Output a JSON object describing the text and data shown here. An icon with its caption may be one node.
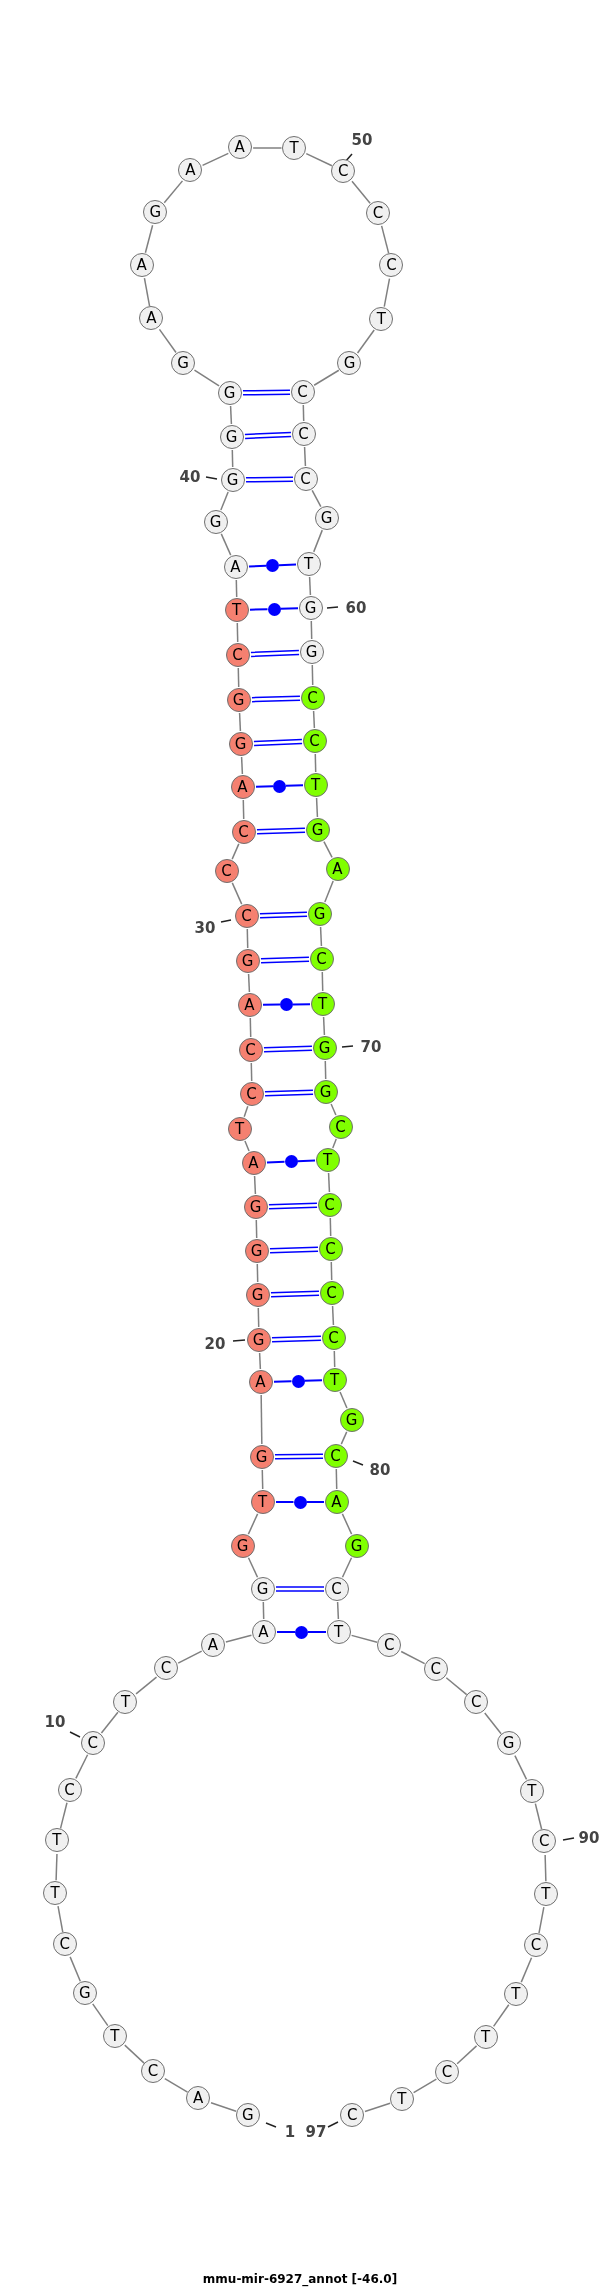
{
  "diagram": {
    "caption": "mmu-mir-6927_annot [-46.0]",
    "nodes": [
      {
        "text": [
          "G"
        ],
        "beside": [
          "1"
        ]
      },
      {
        "text": [
          "A"
        ]
      },
      {
        "text": [
          "C"
        ]
      },
      {
        "text": [
          "T"
        ]
      },
      {
        "text": [
          "G"
        ]
      },
      {
        "text": [
          "C"
        ]
      },
      {
        "text": [
          "T"
        ]
      },
      {
        "text": [
          "T"
        ]
      },
      {
        "text": [
          "C"
        ]
      },
      {
        "text": [
          "C"
        ],
        "beside": [
          "10"
        ]
      },
      {
        "text": [
          "T"
        ]
      },
      {
        "text": [
          "C"
        ]
      },
      {
        "text": [
          "A"
        ]
      },
      {
        "text": [
          "A"
        ]
      },
      {
        "text": [
          "G"
        ]
      },
      {
        "text": [
          "G"
        ]
      },
      {
        "text": [
          "T"
        ]
      },
      {
        "text": [
          "G"
        ]
      },
      {
        "text": [
          "A"
        ]
      },
      {
        "text": [
          "G"
        ],
        "beside": [
          "20"
        ]
      },
      {
        "text": [
          "G"
        ]
      },
      {
        "text": [
          "G"
        ]
      },
      {
        "text": [
          "G"
        ]
      },
      {
        "text": [
          "A"
        ]
      },
      {
        "text": [
          "T"
        ]
      },
      {
        "text": [
          "C"
        ]
      },
      {
        "text": [
          "C"
        ]
      },
      {
        "text": [
          "A"
        ]
      },
      {
        "text": [
          "G"
        ]
      },
      {
        "text": [
          "C"
        ],
        "beside": [
          "30"
        ]
      },
      {
        "text": [
          "C"
        ]
      },
      {
        "text": [
          "C"
        ]
      },
      {
        "text": [
          "A"
        ]
      },
      {
        "text": [
          "G"
        ]
      },
      {
        "text": [
          "G"
        ]
      },
      {
        "text": [
          "C"
        ]
      },
      {
        "text": [
          "T"
        ]
      },
      {
        "text": [
          "A"
        ]
      },
      {
        "text": [
          "G"
        ]
      },
      {
        "text": [
          "G"
        ],
        "beside": [
          "40"
        ]
      },
      {
        "text": [
          "G"
        ]
      },
      {
        "text": [
          "G"
        ]
      },
      {
        "text": [
          "G"
        ]
      },
      {
        "text": [
          "A"
        ]
      },
      {
        "text": [
          "A"
        ]
      },
      {
        "text": [
          "G"
        ]
      },
      {
        "text": [
          "A"
        ]
      },
      {
        "text": [
          "A"
        ]
      },
      {
        "text": [
          "T"
        ]
      },
      {
        "text": [
          "C"
        ],
        "beside": [
          "50"
        ]
      },
      {
        "text": [
          "C"
        ]
      },
      {
        "text": [
          "C"
        ]
      },
      {
        "text": [
          "T"
        ]
      },
      {
        "text": [
          "G"
        ]
      },
      {
        "text": [
          "C"
        ]
      },
      {
        "text": [
          "C"
        ]
      },
      {
        "text": [
          "C"
        ]
      },
      {
        "text": [
          "G"
        ]
      },
      {
        "text": [
          "T"
        ]
      },
      {
        "text": [
          "G"
        ],
        "beside": [
          "60"
        ]
      },
      {
        "text": [
          "G"
        ]
      },
      {
        "text": [
          "C"
        ]
      },
      {
        "text": [
          "C"
        ]
      },
      {
        "text": [
          "T"
        ]
      },
      {
        "text": [
          "G"
        ]
      },
      {
        "text": [
          "A"
        ]
      },
      {
        "text": [
          "G"
        ]
      },
      {
        "text": [
          "C"
        ]
      },
      {
        "text": [
          "T"
        ]
      },
      {
        "text": [
          "G"
        ],
        "beside": [
          "70"
        ]
      },
      {
        "text": [
          "G"
        ]
      },
      {
        "text": [
          "C"
        ]
      },
      {
        "text": [
          "T"
        ]
      },
      {
        "text": [
          "C"
        ]
      },
      {
        "text": [
          "C"
        ]
      },
      {
        "text": [
          "C"
        ]
      },
      {
        "text": [
          "C"
        ]
      },
      {
        "text": [
          "T"
        ]
      },
      {
        "text": [
          "G"
        ]
      },
      {
        "text": [
          "C"
        ],
        "beside": [
          "80"
        ]
      },
      {
        "text": [
          "A"
        ]
      },
      {
        "text": [
          "G"
        ]
      },
      {
        "text": [
          "C"
        ]
      },
      {
        "text": [
          "T"
        ]
      },
      {
        "text": [
          "C"
        ]
      },
      {
        "text": [
          "C"
        ]
      },
      {
        "text": [
          "C"
        ]
      },
      {
        "text": [
          "G"
        ]
      },
      {
        "text": [
          "T"
        ]
      },
      {
        "text": [
          "C"
        ],
        "beside": [
          "90"
        ]
      },
      {
        "text": [
          "T"
        ]
      },
      {
        "text": [
          "C"
        ]
      },
      {
        "text": [
          "T"
        ]
      },
      {
        "text": [
          "T"
        ]
      },
      {
        "text": [
          "C"
        ]
      },
      {
        "text": [
          "T"
        ]
      },
      {
        "text": [
          "C"
        ],
        "beside": [
          "97"
        ]
      },
      {
        "text": [],
        "shape": "circle"
      },
      {
        "text": [],
        "shape": "circle"
      },
      {
        "text": [],
        "shape": "circle"
      },
      {
        "text": [],
        "shape": "circle"
      },
      {
        "text": [],
        "shape": "circle"
      },
      {
        "text": [],
        "shape": "circle"
      },
      {
        "text": [],
        "shape": "circle"
      },
      {
        "text": [],
        "shape": "circle"
      }
    ],
    "edges": [
      {
        "from": 0,
        "to": 1,
        "arrow": "none"
      },
      {
        "from": 1,
        "to": 2,
        "arrow": "none"
      },
      {
        "from": 2,
        "to": 3,
        "arrow": "none"
      },
      {
        "from": 3,
        "to": 4,
        "arrow": "none"
      },
      {
        "from": 4,
        "to": 5,
        "arrow": "none"
      },
      {
        "from": 5,
        "to": 6,
        "arrow": "none"
      },
      {
        "from": 6,
        "to": 7,
        "arrow": "none"
      },
      {
        "from": 7,
        "to": 8,
        "arrow": "none"
      },
      {
        "from": 8,
        "to": 9,
        "arrow": "none"
      },
      {
        "from": 9,
        "to": 10,
        "arrow": "none"
      },
      {
        "from": 10,
        "to": 11,
        "arrow": "none"
      },
      {
        "from": 11,
        "to": 12,
        "arrow": "none"
      },
      {
        "from": 12,
        "to": 13,
        "arrow": "none"
      },
      {
        "from": 13,
        "to": 14,
        "arrow": "none"
      },
      {
        "from": 14,
        "to": 15,
        "arrow": "none"
      },
      {
        "from": 15,
        "to": 16,
        "arrow": "none"
      },
      {
        "from": 16,
        "to": 17,
        "arrow": "none"
      },
      {
        "from": 17,
        "to": 18,
        "arrow": "none"
      },
      {
        "from": 18,
        "to": 19,
        "arrow": "none"
      },
      {
        "from": 19,
        "to": 20,
        "arrow": "none"
      },
      {
        "from": 20,
        "to": 21,
        "arrow": "none"
      },
      {
        "from": 21,
        "to": 22,
        "arrow": "none"
      },
      {
        "from": 22,
        "to": 23,
        "arrow": "none"
      },
      {
        "from": 23,
        "to": 24,
        "arrow": "none"
      },
      {
        "from": 24,
        "to": 25,
        "arrow": "none"
      },
      {
        "from": 25,
        "to": 26,
        "arrow": "none"
      },
      {
        "from": 26,
        "to": 27,
        "arrow": "none"
      },
      {
        "from": 27,
        "to": 28,
        "arrow": "none"
      },
      {
        "from": 28,
        "to": 29,
        "arrow": "none"
      },
      {
        "from": 29,
        "to": 30,
        "arrow": "none"
      },
      {
        "from": 30,
        "to": 31,
        "arrow": "none"
      },
      {
        "from": 31,
        "to": 32,
        "arrow": "none"
      },
      {
        "from": 32,
        "to": 33,
        "arrow": "none"
      },
      {
        "from": 33,
        "to": 34,
        "arrow": "none"
      },
      {
        "from": 34,
        "to": 35,
        "arrow": "none"
      },
      {
        "from": 35,
        "to": 36,
        "arrow": "none"
      },
      {
        "from": 36,
        "to": 37,
        "arrow": "none"
      },
      {
        "from": 37,
        "to": 38,
        "arrow": "none"
      },
      {
        "from": 38,
        "to": 39,
        "arrow": "none"
      },
      {
        "from": 39,
        "to": 40,
        "arrow": "none"
      },
      {
        "from": 40,
        "to": 41,
        "arrow": "none"
      },
      {
        "from": 41,
        "to": 42,
        "arrow": "none"
      },
      {
        "from": 42,
        "to": 43,
        "arrow": "none"
      },
      {
        "from": 43,
        "to": 44,
        "arrow": "none"
      },
      {
        "from": 44,
        "to": 45,
        "arrow": "none"
      },
      {
        "from": 45,
        "to": 46,
        "arrow": "none"
      },
      {
        "from": 46,
        "to": 47,
        "arrow": "none"
      },
      {
        "from": 47,
        "to": 48,
        "arrow": "none"
      },
      {
        "from": 48,
        "to": 49,
        "arrow": "none"
      },
      {
        "from": 49,
        "to": 50,
        "arrow": "none"
      },
      {
        "from": 50,
        "to": 51,
        "arrow": "none"
      },
      {
        "from": 51,
        "to": 52,
        "arrow": "none"
      },
      {
        "from": 52,
        "to": 53,
        "arrow": "none"
      },
      {
        "from": 53,
        "to": 54,
        "arrow": "none"
      },
      {
        "from": 54,
        "to": 55,
        "arrow": "none"
      },
      {
        "from": 55,
        "to": 56,
        "arrow": "none"
      },
      {
        "from": 56,
        "to": 57,
        "arrow": "none"
      },
      {
        "from": 57,
        "to": 58,
        "arrow": "none"
      },
      {
        "from": 58,
        "to": 59,
        "arrow": "none"
      },
      {
        "from": 59,
        "to": 60,
        "arrow": "none"
      },
      {
        "from": 60,
        "to": 61,
        "arrow": "none"
      },
      {
        "from": 61,
        "to": 62,
        "arrow": "none"
      },
      {
        "from": 62,
        "to": 63,
        "arrow": "none"
      },
      {
        "from": 63,
        "to": 64,
        "arrow": "none"
      },
      {
        "from": 64,
        "to": 65,
        "arrow": "none"
      },
      {
        "from": 65,
        "to": 66,
        "arrow": "none"
      },
      {
        "from": 66,
        "to": 67,
        "arrow": "none"
      },
      {
        "from": 67,
        "to": 68,
        "arrow": "none"
      },
      {
        "from": 68,
        "to": 69,
        "arrow": "none"
      },
      {
        "from": 69,
        "to": 70,
        "arrow": "none"
      },
      {
        "from": 70,
        "to": 71,
        "arrow": "none"
      },
      {
        "from": 71,
        "to": 72,
        "arrow": "none"
      },
      {
        "from": 72,
        "to": 73,
        "arrow": "none"
      },
      {
        "from": 73,
        "to": 74,
        "arrow": "none"
      },
      {
        "from": 74,
        "to": 75,
        "arrow": "none"
      },
      {
        "from": 75,
        "to": 76,
        "arrow": "none"
      },
      {
        "from": 76,
        "to": 77,
        "arrow": "none"
      },
      {
        "from": 77,
        "to": 78,
        "arrow": "none"
      },
      {
        "from": 78,
        "to": 79,
        "arrow": "none"
      },
      {
        "from": 79,
        "to": 80,
        "arrow": "none"
      },
      {
        "from": 80,
        "to": 81,
        "arrow": "none"
      },
      {
        "from": 81,
        "to": 82,
        "arrow": "none"
      },
      {
        "from": 82,
        "to": 83,
        "arrow": "none"
      },
      {
        "from": 83,
        "to": 84,
        "arrow": "none"
      },
      {
        "from": 84,
        "to": 85,
        "arrow": "none"
      },
      {
        "from": 85,
        "to": 86,
        "arrow": "none"
      },
      {
        "from": 86,
        "to": 87,
        "arrow": "none"
      },
      {
        "from": 87,
        "to": 88,
        "arrow": "none"
      },
      {
        "from": 88,
        "to": 89,
        "arrow": "none"
      },
      {
        "from": 89,
        "to": 90,
        "arrow": "none"
      },
      {
        "from": 90,
        "to": 91,
        "arrow": "none"
      },
      {
        "from": 91,
        "to": 92,
        "arrow": "none"
      },
      {
        "from": 92,
        "to": 93,
        "arrow": "none"
      },
      {
        "from": 93,
        "to": 94,
        "arrow": "none"
      },
      {
        "from": 94,
        "to": 95,
        "arrow": "none"
      },
      {
        "from": 95,
        "to": 96,
        "arrow": "none"
      },
      {
        "from": 13,
        "to": 104,
        "arrow": "none",
        "color": "#0000ff"
      },
      {
        "from": 104,
        "to": 83,
        "arrow": "none",
        "color": "#0000ff"
      },
      {
        "from": 14,
        "to": 82,
        "arrow": "none",
        "color": "#0000ff"
      },
      {
        "from": 16,
        "to": 103,
        "arrow": "none",
        "color": "#0000ff"
      },
      {
        "from": 103,
        "to": 80,
        "arrow": "none",
        "color": "#0000ff"
      },
      {
        "from": 17,
        "to": 79,
        "arrow": "none",
        "color": "#0000ff"
      },
      {
        "from": 18,
        "to": 102,
        "arrow": "none",
        "color": "#0000ff"
      },
      {
        "from": 102,
        "to": 77,
        "arrow": "none",
        "color": "#0000ff"
      },
      {
        "from": 19,
        "to": 76,
        "arrow": "none",
        "color": "#0000ff"
      },
      {
        "from": 20,
        "to": 75,
        "arrow": "none",
        "color": "#0000ff"
      },
      {
        "from": 21,
        "to": 74,
        "arrow": "none",
        "color": "#0000ff"
      },
      {
        "from": 22,
        "to": 73,
        "arrow": "none",
        "color": "#0000ff"
      },
      {
        "from": 23,
        "to": 101,
        "arrow": "none",
        "color": "#0000ff"
      },
      {
        "from": 101,
        "to": 72,
        "arrow": "none",
        "color": "#0000ff"
      },
      {
        "from": 25,
        "to": 70,
        "arrow": "none",
        "color": "#0000ff"
      },
      {
        "from": 26,
        "to": 69,
        "arrow": "none",
        "color": "#0000ff"
      },
      {
        "from": 27,
        "to": 100,
        "arrow": "none",
        "color": "#0000ff"
      },
      {
        "from": 100,
        "to": 68,
        "arrow": "none",
        "color": "#0000ff"
      },
      {
        "from": 28,
        "to": 67,
        "arrow": "none",
        "color": "#0000ff"
      },
      {
        "from": 29,
        "to": 66,
        "arrow": "none",
        "color": "#0000ff"
      },
      {
        "from": 31,
        "to": 64,
        "arrow": "none",
        "color": "#0000ff"
      },
      {
        "from": 32,
        "to": 99,
        "arrow": "none",
        "color": "#0000ff"
      },
      {
        "from": 99,
        "to": 63,
        "arrow": "none",
        "color": "#0000ff"
      },
      {
        "from": 33,
        "to": 62,
        "arrow": "none",
        "color": "#0000ff"
      },
      {
        "from": 34,
        "to": 61,
        "arrow": "none",
        "color": "#0000ff"
      },
      {
        "from": 35,
        "to": 60,
        "arrow": "none",
        "color": "#0000ff"
      },
      {
        "from": 36,
        "to": 98,
        "arrow": "none",
        "color": "#0000ff"
      },
      {
        "from": 98,
        "to": 59,
        "arrow": "none",
        "color": "#0000ff"
      },
      {
        "from": 37,
        "to": 97,
        "arrow": "none",
        "color": "#0000ff"
      },
      {
        "from": 97,
        "to": 58,
        "arrow": "none",
        "color": "#0000ff"
      },
      {
        "from": 39,
        "to": 56,
        "arrow": "none",
        "color": "#0000ff"
      },
      {
        "from": 40,
        "to": 55,
        "arrow": "none",
        "color": "#0000ff"
      },
      {
        "from": 41,
        "to": 54,
        "arrow": "none",
        "color": "#0000ff"
      }
    ]
  }
}
